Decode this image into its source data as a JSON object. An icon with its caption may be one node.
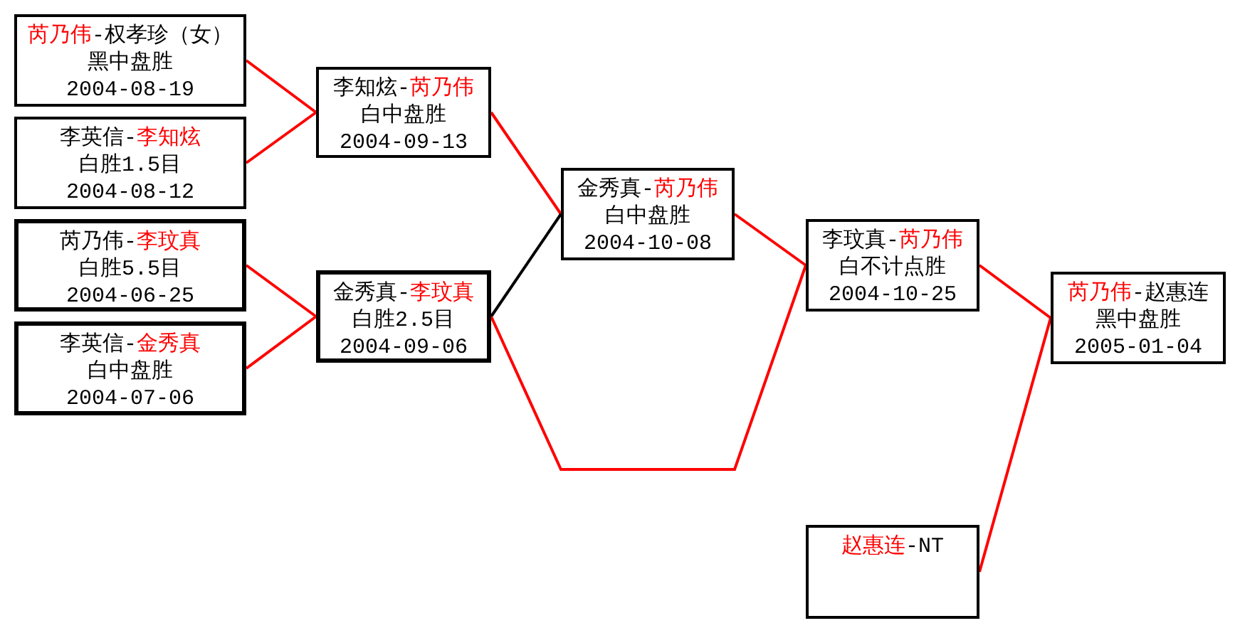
{
  "diagram": {
    "nodes": [
      {
        "text": [
          "**芮乃伟**-权孝珍（女）",
          "黑中盘胜",
          "2004-08-19"
        ]
      },
      {
        "text": [
          "李英信-**李知炫**",
          "白胜1.5目",
          "2004-08-12"
        ]
      },
      {
        "text": [
          "芮乃伟-**李玟真**",
          "白胜5.5目",
          "2004-06-25"
        ]
      },
      {
        "text": [
          "李英信-**金秀真**",
          "白中盘胜",
          "2004-07-06"
        ]
      },
      {
        "text": [
          "李知炫-**芮乃伟**",
          "白中盘胜",
          "2004-09-13"
        ]
      },
      {
        "text": [
          "金秀真-**李玟真**",
          "白胜2.5目",
          "2004-09-06"
        ]
      },
      {
        "text": [
          "金秀真-**芮乃伟**",
          "白中盘胜",
          "2004-10-08"
        ]
      },
      {
        "text": [
          "李玟真-**芮乃伟**",
          "白不计点胜",
          "2004-10-25"
        ]
      },
      {
        "text": [
          "**芮乃伟**-赵惠连",
          "黑中盘胜",
          "2005-01-04"
        ]
      },
      {
        "text": [
          "**赵惠连**-NT"
        ]
      }
    ],
    "edges": [
      {
        "from": 0,
        "to": 4,
        "arrow": "none"
      },
      {
        "from": 1,
        "to": 4,
        "arrow": "none"
      },
      {
        "from": 2,
        "to": 5,
        "arrow": "none"
      },
      {
        "from": 3,
        "to": 5,
        "arrow": "none"
      },
      {
        "from": 4,
        "to": 6,
        "arrow": "none"
      },
      {
        "from": 5,
        "to": 6,
        "arrow": "none",
        "color": "#000000"
      },
      {
        "from": 5,
        "to": 7,
        "arrow": "none"
      },
      {
        "from": 6,
        "to": 7,
        "arrow": "none"
      },
      {
        "from": 7,
        "to": 8,
        "arrow": "none"
      },
      {
        "from": 9,
        "to": 8,
        "arrow": "none"
      }
    ]
  }
}
